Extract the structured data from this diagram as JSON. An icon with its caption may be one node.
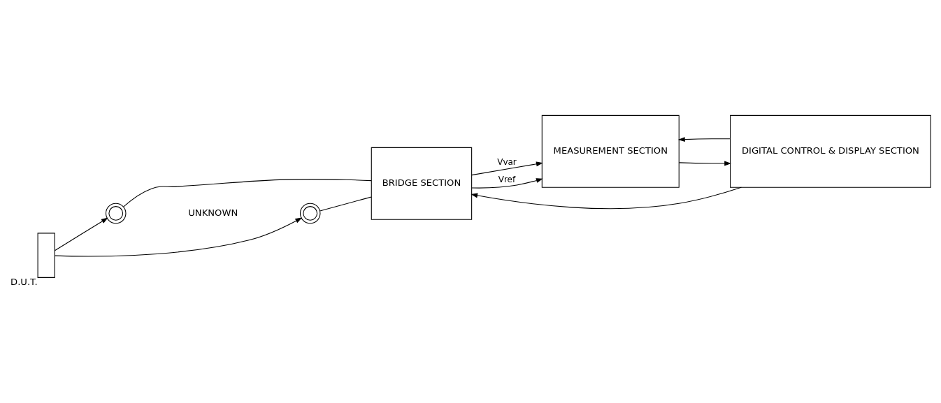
{
  "diagram": {
    "nodes": [
      {
        "text": [],
        "shape": "box",
        "beside": [
          "D.U.T."
        ]
      },
      {
        "text": [],
        "shape": "circle"
      },
      {
        "text": [],
        "shape": "circle"
      },
      {
        "text": [
          "BRIDGE SECTION"
        ]
      },
      {
        "text": [
          "MEASUREMENT SECTION"
        ]
      },
      {
        "text": [
          "DIGITAL CONTROL & DISPLAY SECTION"
        ]
      }
    ],
    "edges": [
      {
        "from": 0,
        "to": 1,
        "arrow": "to"
      },
      {
        "from": 0,
        "to": 2,
        "arrow": "to"
      },
      {
        "from": 1,
        "to": 3,
        "arrow": "none"
      },
      {
        "from": 2,
        "to": 3,
        "arrow": "none"
      },
      {
        "from": 3,
        "to": 4,
        "arrow": "to",
        "label": "Vvar"
      },
      {
        "from": 3,
        "to": 4,
        "arrow": "to",
        "label": "Vref"
      },
      {
        "from": 5,
        "to": 3,
        "arrow": "to"
      },
      {
        "from": 5,
        "to": 4,
        "arrow": "to"
      },
      {
        "from": 4,
        "to": 5,
        "arrow": "to"
      }
    ],
    "labels": [
      "UNKNOWN"
    ]
  }
}
